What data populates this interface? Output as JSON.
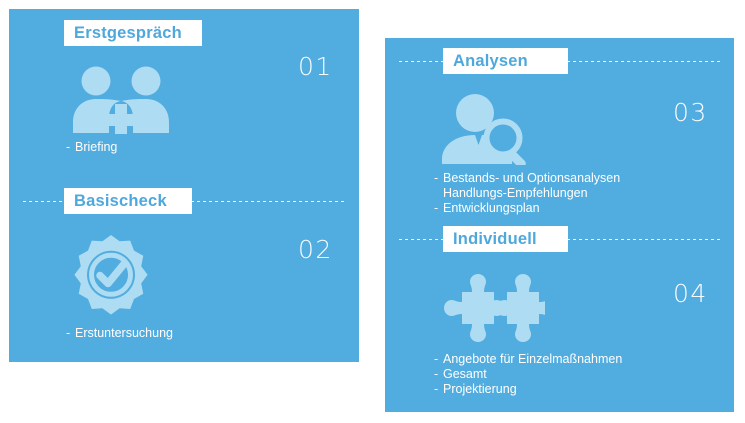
{
  "meta": {
    "title": "Prozess-Schritte Infografik",
    "colors": {
      "panel_background": "#51ACDF",
      "chip_background": "#FFFFFF",
      "chip_text": "#4FA8DC",
      "body_text": "#FFFFFF",
      "icon_fill": "#AEDCF2",
      "page_background": "#FFFFFF"
    }
  },
  "panels": [
    {
      "name": "left",
      "steps": [
        {
          "number": "01",
          "title": "Erstgespräch",
          "icon": "two-people-plus-icon",
          "rule": false,
          "items": [
            {
              "dash": "-",
              "text": "Briefing"
            }
          ]
        },
        {
          "number": "02",
          "title": "Basischeck",
          "icon": "badge-check-icon",
          "rule": true,
          "items": [
            {
              "dash": "-",
              "text": "Erstuntersuchung"
            }
          ]
        }
      ]
    },
    {
      "name": "right",
      "steps": [
        {
          "number": "03",
          "title": "Analysen",
          "icon": "person-magnifier-icon",
          "rule": true,
          "items": [
            {
              "dash": "-",
              "text": "Bestands- und Optionsanalysen"
            },
            {
              "dash": "",
              "text": "Handlungs-Empfehlungen"
            },
            {
              "dash": "-",
              "text": "Entwicklungsplan"
            }
          ]
        },
        {
          "number": "04",
          "title": "Individuell",
          "icon": "puzzle-pieces-icon",
          "rule": true,
          "items": [
            {
              "dash": "-",
              "text": "Angebote für Einzelmaßnahmen"
            },
            {
              "dash": "-",
              "text": "Gesamt"
            },
            {
              "dash": "-",
              "text": "Projektierung"
            }
          ]
        }
      ]
    }
  ]
}
